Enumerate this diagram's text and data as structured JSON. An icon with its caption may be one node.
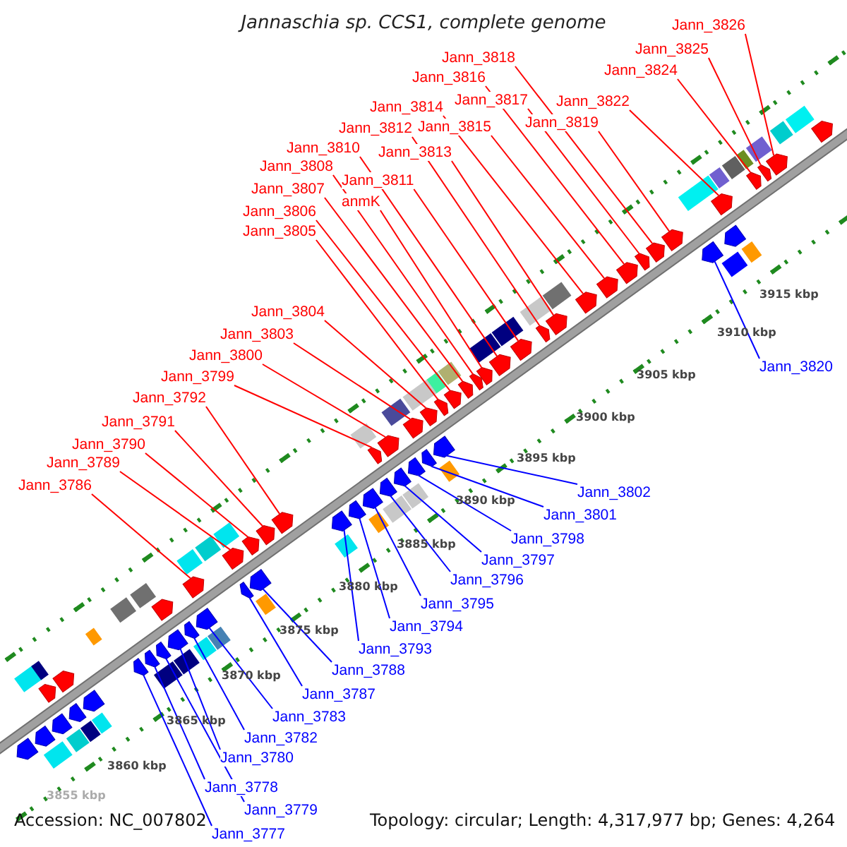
{
  "diagram": {
    "title": "Jannaschia sp. CCS1, complete genome",
    "nodes": [
      {
        "text": [
          "Jann_3826"
        ]
      },
      {
        "text": [
          "Jann_3825"
        ]
      },
      {
        "text": [
          "Jann_3818"
        ]
      },
      {
        "text": [
          "Jann_3824"
        ]
      },
      {
        "text": [
          "Jann_3816"
        ]
      },
      {
        "text": [
          "Jann_3817"
        ]
      },
      {
        "text": [
          "Jann_3822"
        ]
      },
      {
        "text": [
          "Jann_3814"
        ]
      },
      {
        "text": [
          "Jann_3819"
        ]
      },
      {
        "text": [
          "Jann_3815"
        ]
      },
      {
        "text": [
          "Jann_3812"
        ]
      },
      {
        "text": [
          "Jann_3810"
        ]
      },
      {
        "text": [
          "Jann_3813"
        ]
      },
      {
        "text": [
          "Jann_3808"
        ]
      },
      {
        "text": [
          "Jann_3811"
        ]
      },
      {
        "text": [
          "Jann_3807"
        ]
      },
      {
        "text": [
          "anmK"
        ]
      },
      {
        "text": [
          "Jann_3806"
        ]
      },
      {
        "text": [
          "Jann_3805"
        ]
      },
      {
        "text": [
          "Jann_3804"
        ]
      },
      {
        "text": [
          "Jann_3803"
        ]
      },
      {
        "text": [
          "Jann_3800"
        ]
      },
      {
        "text": [
          "Jann_3820"
        ]
      },
      {
        "text": [
          "Jann_3799"
        ]
      },
      {
        "text": [
          "Jann_3792"
        ]
      },
      {
        "text": [
          "Jann_3791"
        ]
      },
      {
        "text": [
          "Jann_3790"
        ]
      },
      {
        "text": [
          "Jann_3789"
        ]
      },
      {
        "text": [
          "Jann_3786"
        ]
      },
      {
        "text": [
          "Jann_3802"
        ]
      },
      {
        "text": [
          "Jann_3801"
        ]
      },
      {
        "text": [
          "Jann_3798"
        ]
      },
      {
        "text": [
          "Jann_3797"
        ]
      },
      {
        "text": [
          "Jann_3796"
        ]
      },
      {
        "text": [
          "Jann_3795"
        ]
      },
      {
        "text": [
          "Jann_3794"
        ]
      },
      {
        "text": [
          "Jann_3793"
        ]
      },
      {
        "text": [
          "Jann_3788"
        ]
      },
      {
        "text": [
          "Jann_3787"
        ]
      },
      {
        "text": [
          "Jann_3783"
        ]
      },
      {
        "text": [
          "Jann_3782"
        ]
      },
      {
        "text": [
          "Jann_3780"
        ]
      },
      {
        "text": [
          "Jann_3778"
        ]
      },
      {
        "text": [
          "Jann_3779"
        ]
      },
      {
        "text": [
          "Jann_3777"
        ]
      },
      {
        "text": [],
        "shape": "arrow"
      },
      {
        "text": [],
        "shape": "arrow"
      },
      {
        "text": [],
        "shape": "arrow"
      },
      {
        "text": [],
        "shape": "arrow"
      },
      {
        "text": [],
        "shape": "arrow"
      },
      {
        "text": [],
        "shape": "arrow"
      },
      {
        "text": [],
        "shape": "arrow"
      },
      {
        "text": [],
        "shape": "arrow"
      },
      {
        "text": [],
        "shape": "arrow"
      },
      {
        "text": [],
        "shape": "arrow"
      },
      {
        "text": [],
        "shape": "arrow"
      },
      {
        "text": [],
        "shape": "arrow"
      },
      {
        "text": [],
        "shape": "arrow"
      },
      {
        "text": [],
        "shape": "arrow"
      },
      {
        "text": [],
        "shape": "arrow"
      },
      {
        "text": [],
        "shape": "arrow"
      },
      {
        "text": [],
        "shape": "arrow"
      },
      {
        "text": [],
        "shape": "arrow"
      },
      {
        "text": [],
        "shape": "arrow"
      },
      {
        "text": [],
        "shape": "arrow"
      },
      {
        "text": [],
        "shape": "arrow"
      },
      {
        "text": [],
        "shape": "arrow"
      },
      {
        "text": [],
        "shape": "arrow"
      },
      {
        "text": [],
        "shape": "arrow"
      },
      {
        "text": [],
        "shape": "arrow"
      },
      {
        "text": [],
        "shape": "arrow"
      },
      {
        "text": [],
        "shape": "arrow"
      },
      {
        "text": [],
        "shape": "arrow"
      },
      {
        "text": [],
        "shape": "arrow"
      },
      {
        "text": [],
        "shape": "arrow"
      },
      {
        "text": [],
        "shape": "arrow"
      },
      {
        "text": [],
        "shape": "arrow"
      },
      {
        "text": [],
        "shape": "arrow"
      },
      {
        "text": [],
        "shape": "arrow"
      },
      {
        "text": [],
        "shape": "arrow"
      },
      {
        "text": [],
        "shape": "arrow"
      },
      {
        "text": [],
        "shape": "arrow"
      },
      {
        "text": [],
        "shape": "arrow"
      },
      {
        "text": [],
        "shape": "arrow"
      },
      {
        "text": [],
        "shape": "arrow"
      },
      {
        "text": [],
        "shape": "arrow"
      },
      {
        "text": [],
        "shape": "arrow"
      },
      {
        "text": [],
        "shape": "arrow"
      },
      {
        "text": [],
        "shape": "arrow"
      },
      {
        "text": [],
        "shape": "arrow"
      },
      {
        "text": [],
        "shape": "arrow"
      },
      {
        "text": [],
        "shape": "arrow"
      },
      {
        "text": [],
        "shape": "arrow"
      },
      {
        "text": [],
        "shape": "arrow"
      },
      {
        "text": [],
        "shape": "arrow"
      },
      {
        "text": [],
        "shape": "arrow"
      },
      {
        "text": [],
        "shape": "arrow"
      },
      {
        "text": [],
        "shape": "arrow"
      },
      {
        "text": [],
        "shape": "arrow"
      },
      {
        "text": [],
        "shape": "arrow"
      }
    ],
    "edges": [
      {
        "from": 0,
        "to": 89,
        "arrow": "none"
      },
      {
        "from": 1,
        "to": 88,
        "arrow": "none"
      },
      {
        "from": 2,
        "to": 83,
        "arrow": "none"
      },
      {
        "from": 3,
        "to": 87,
        "arrow": "none"
      },
      {
        "from": 4,
        "to": 81,
        "arrow": "none"
      },
      {
        "from": 5,
        "to": 82,
        "arrow": "none"
      },
      {
        "from": 6,
        "to": 86,
        "arrow": "none"
      },
      {
        "from": 7,
        "to": 79,
        "arrow": "none"
      },
      {
        "from": 8,
        "to": 84,
        "arrow": "none"
      },
      {
        "from": 9,
        "to": 80,
        "arrow": "none"
      },
      {
        "from": 10,
        "to": 77,
        "arrow": "none"
      },
      {
        "from": 11,
        "to": 75,
        "arrow": "none"
      },
      {
        "from": 12,
        "to": 78,
        "arrow": "none"
      },
      {
        "from": 13,
        "to": 73,
        "arrow": "none"
      },
      {
        "from": 14,
        "to": 76,
        "arrow": "none"
      },
      {
        "from": 15,
        "to": 72,
        "arrow": "none"
      },
      {
        "from": 16,
        "to": 74,
        "arrow": "none"
      },
      {
        "from": 17,
        "to": 71,
        "arrow": "none"
      },
      {
        "from": 18,
        "to": 70,
        "arrow": "none"
      },
      {
        "from": 19,
        "to": 69,
        "arrow": "none"
      },
      {
        "from": 20,
        "to": 67,
        "arrow": "none"
      },
      {
        "from": 21,
        "to": 64,
        "arrow": "none"
      },
      {
        "from": 22,
        "to": 85,
        "arrow": "none",
        "color": "#0000ff"
      },
      {
        "from": 23,
        "to": 62,
        "arrow": "none"
      },
      {
        "from": 24,
        "to": 57,
        "arrow": "none"
      },
      {
        "from": 25,
        "to": 56,
        "arrow": "none"
      },
      {
        "from": 26,
        "to": 55,
        "arrow": "none"
      },
      {
        "from": 27,
        "to": 53,
        "arrow": "none"
      },
      {
        "from": 28,
        "to": 51,
        "arrow": "none"
      },
      {
        "from": 29,
        "to": 68,
        "arrow": "none",
        "color": "#0000ff"
      },
      {
        "from": 30,
        "to": 66,
        "arrow": "none",
        "color": "#0000ff"
      },
      {
        "from": 31,
        "to": 65,
        "arrow": "none",
        "color": "#0000ff"
      },
      {
        "from": 32,
        "to": 63,
        "arrow": "none",
        "color": "#0000ff"
      },
      {
        "from": 33,
        "to": 61,
        "arrow": "none",
        "color": "#0000ff"
      },
      {
        "from": 34,
        "to": 60,
        "arrow": "none",
        "color": "#0000ff"
      },
      {
        "from": 35,
        "to": 59,
        "arrow": "none",
        "color": "#0000ff"
      },
      {
        "from": 36,
        "to": 58,
        "arrow": "none",
        "color": "#0000ff"
      },
      {
        "from": 37,
        "to": 54,
        "arrow": "none",
        "color": "#0000ff"
      },
      {
        "from": 38,
        "to": 52,
        "arrow": "none",
        "color": "#0000ff"
      },
      {
        "from": 39,
        "to": 50,
        "arrow": "none",
        "color": "#0000ff"
      },
      {
        "from": 40,
        "to": 49,
        "arrow": "none",
        "color": "#0000ff"
      },
      {
        "from": 41,
        "to": 48,
        "arrow": "none",
        "color": "#0000ff"
      },
      {
        "from": 42,
        "to": 46,
        "arrow": "none",
        "color": "#0000ff"
      },
      {
        "from": 43,
        "to": 47,
        "arrow": "none",
        "color": "#0000ff"
      },
      {
        "from": 44,
        "to": 45,
        "arrow": "none",
        "color": "#0000ff"
      }
    ],
    "labels": [
      "3915 kbp",
      "3910 kbp",
      "3905 kbp",
      "3900 kbp",
      "3895 kbp",
      "3890 kbp",
      "3885 kbp",
      "3880 kbp",
      "3875 kbp",
      "3870 kbp",
      "3865 kbp",
      "3860 kbp",
      "3855 kbp",
      "Accession: NC_007802",
      "Topology: circular; Length: 4,317,977 bp; Genes: 4,264"
    ]
  }
}
